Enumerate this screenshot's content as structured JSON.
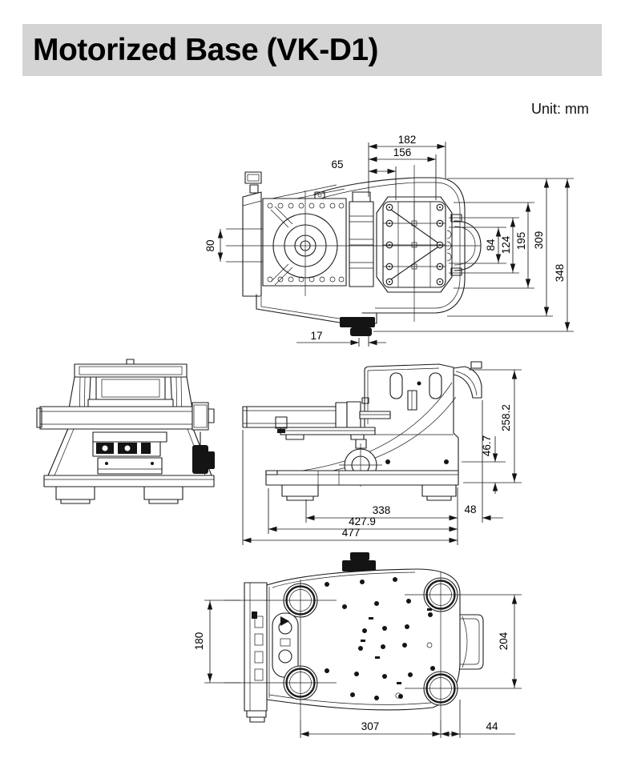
{
  "page": {
    "title": "Motorized Base (VK-D1)",
    "unit_label": "Unit: mm"
  },
  "views": {
    "top": {
      "dim_labels": [
        "182",
        "156",
        "65",
        "80",
        "84",
        "124",
        "195",
        "309",
        "348",
        "17"
      ]
    },
    "side": {
      "dim_labels": [
        "258.2",
        "46.7",
        "338",
        "427.9",
        "477",
        "48"
      ]
    },
    "bottom": {
      "dim_labels": [
        "180",
        "204",
        "307",
        "44"
      ]
    }
  }
}
